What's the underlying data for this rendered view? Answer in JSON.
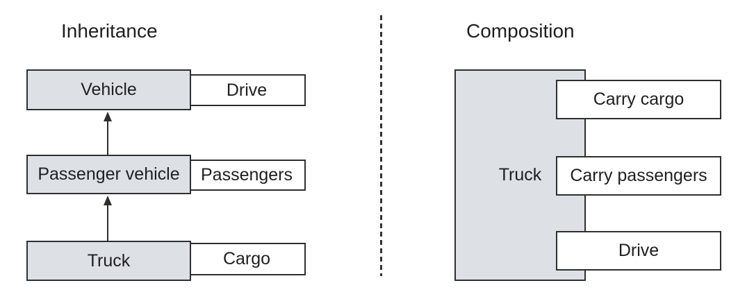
{
  "colors": {
    "box_fill": "#dde1e6",
    "box_border": "#2e2e2e",
    "text": "#1f1f1f",
    "divider": "#333333",
    "background": "#ffffff"
  },
  "inheritance": {
    "title": "Inheritance",
    "classes": [
      {
        "name": "Vehicle",
        "capability": "Drive"
      },
      {
        "name": "Passenger vehicle",
        "capability": "Passengers"
      },
      {
        "name": "Truck",
        "capability": "Cargo"
      }
    ],
    "arrows": [
      {
        "from": "Passenger vehicle",
        "to": "Vehicle"
      },
      {
        "from": "Truck",
        "to": "Passenger vehicle"
      }
    ]
  },
  "composition": {
    "title": "Composition",
    "class_name": "Truck",
    "capabilities": [
      "Carry cargo",
      "Carry passengers",
      "Drive"
    ]
  }
}
